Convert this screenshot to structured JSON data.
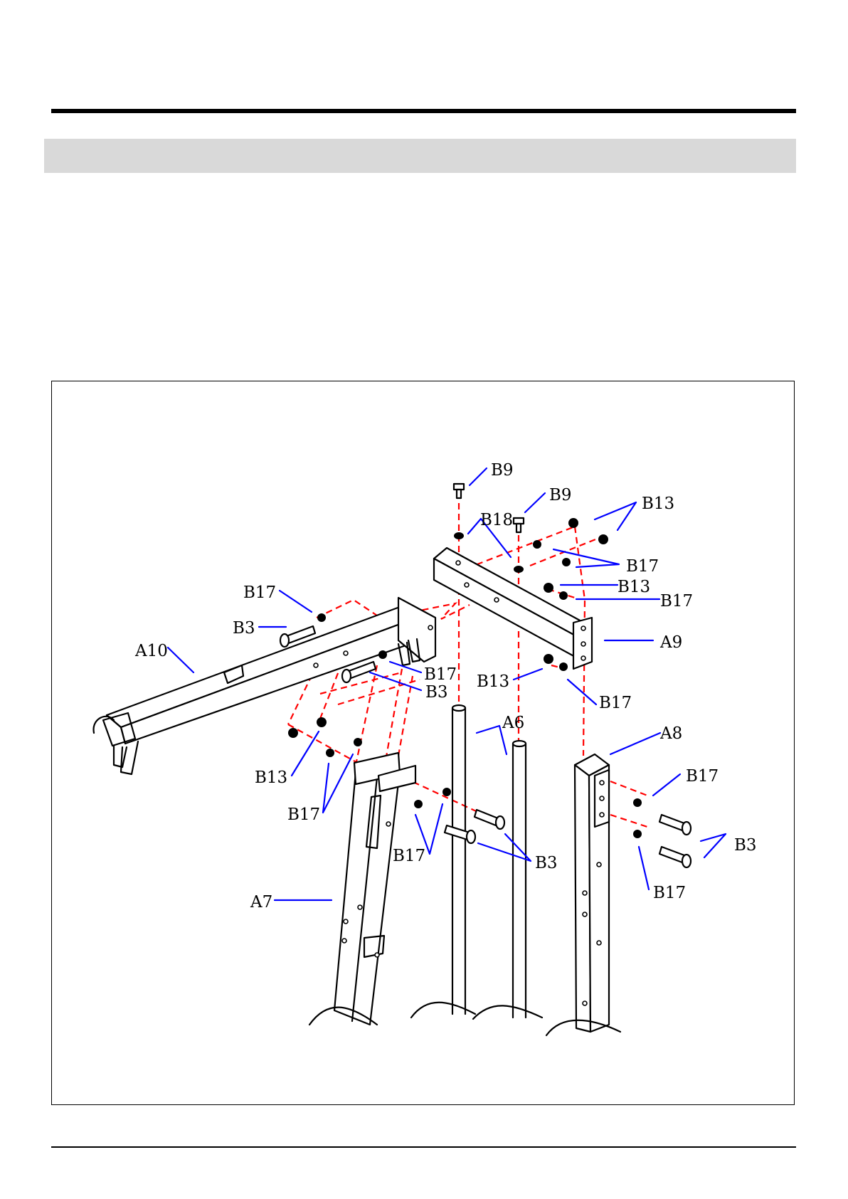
{
  "labels": {
    "b9_top": "B9",
    "b9_second": "B9",
    "b18": "B18",
    "b13_upper_right": "B13",
    "b17_upper_right": "B17",
    "b13_mid_right": "B13",
    "b17_mid_right": "B17",
    "a9": "A9",
    "b17_left_top": "B17",
    "b3_left_top": "B3",
    "a10": "A10",
    "b17_center": "B17",
    "b3_center": "B3",
    "b13_center_right": "B13",
    "b17_a9_lower": "B17",
    "a6": "A6",
    "a8": "A8",
    "b17_a8_upper": "B17",
    "b3_a8": "B3",
    "b17_a8_lower": "B17",
    "b13_left_lower": "B13",
    "b17_left_lower": "B17",
    "b17_a7_lower": "B17",
    "b3_a7_lower": "B3",
    "a7": "A7"
  },
  "colors": {
    "rule": "#000000",
    "header_band": "#d9d9d9",
    "guide_lines": "#ff0000",
    "leader_lines": "#0000ff",
    "line_art": "#000000"
  }
}
